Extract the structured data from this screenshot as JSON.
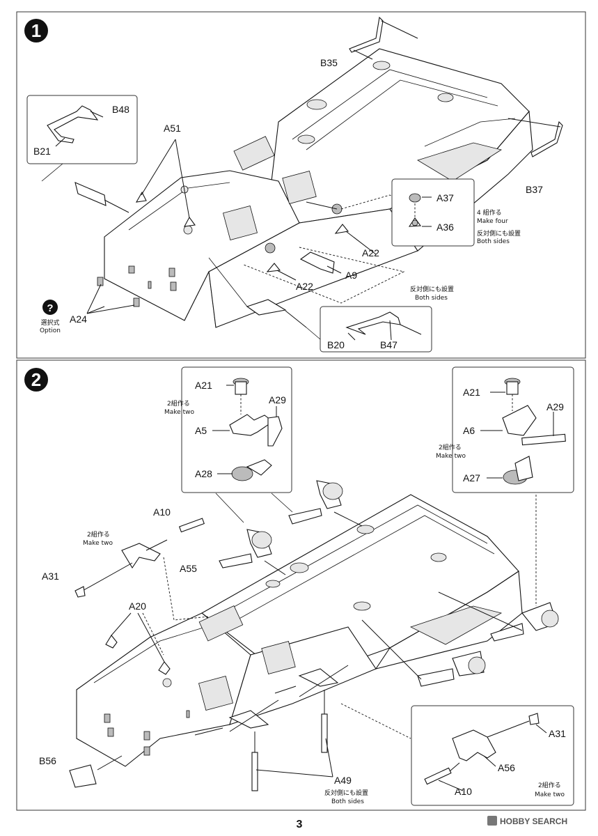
{
  "step1": {
    "number": "1",
    "labels": {
      "b35": "B35",
      "b48": "B48",
      "b21": "B21",
      "a51": "A51",
      "b37": "B37",
      "a37": "A37",
      "a36": "A36",
      "a22a": "A22",
      "a22b": "A22",
      "a9": "A9",
      "a24": "A24",
      "b20": "B20",
      "b47": "B47"
    },
    "make_four_jp": "4 組作る",
    "make_four_en": "Make four",
    "both_sides_jp": "反対側にも設置",
    "both_sides_en": "Both sides",
    "both_sides2_jp": "反対側にも設置",
    "both_sides2_en": "Both sides",
    "option_jp": "選択式",
    "option_en": "Option",
    "option_symbol": "?"
  },
  "step2": {
    "number": "2",
    "labels": {
      "a21a": "A21",
      "a29a": "A29",
      "a5": "A5",
      "a28": "A28",
      "a21b": "A21",
      "a29b": "A29",
      "a6": "A6",
      "a27": "A27",
      "a10a": "A10",
      "a31a": "A31",
      "a55": "A55",
      "a20": "A20",
      "b56": "B56",
      "a49": "A49",
      "a31b": "A31",
      "a56": "A56",
      "a10b": "A10"
    },
    "make_two_a_jp": "2組作る",
    "make_two_a_en": "Make two",
    "make_two_b_jp": "2組作る",
    "make_two_b_en": "Make two",
    "make_two_c_jp": "2組作る",
    "make_two_c_en": "Make two",
    "make_two_d_jp": "2組作る",
    "make_two_d_en": "Make two",
    "both_sides_jp": "反対側にも設置",
    "both_sides_en": "Both sides"
  },
  "footer": {
    "page_number": "3",
    "watermark": "HOBBY SEARCH"
  }
}
